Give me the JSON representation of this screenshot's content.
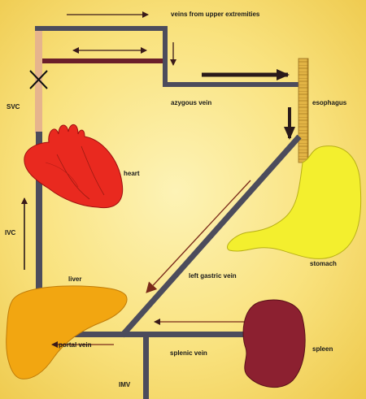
{
  "labels": {
    "veins_upper": "veins from upper extremities",
    "azygous": "azygous vein",
    "esophagus": "esophagus",
    "svc": "SVC",
    "heart": "heart",
    "ivc": "IVC",
    "stomach": "stomach",
    "liver": "liver",
    "left_gastric": "left gastric vein",
    "portal": "portal vein",
    "splenic": "splenic vein",
    "spleen": "spleen",
    "imv": "IMV"
  },
  "colors": {
    "vessel": "#4a4a5a",
    "vessel_dark_red": "#6b1f2a",
    "svc_pale": "#e8b58a",
    "heart": "#e8281e",
    "liver": "#f0a30f",
    "stomach": "#f2ee2c",
    "spleen": "#8a1f2a",
    "esophagus": "#d8a735"
  }
}
